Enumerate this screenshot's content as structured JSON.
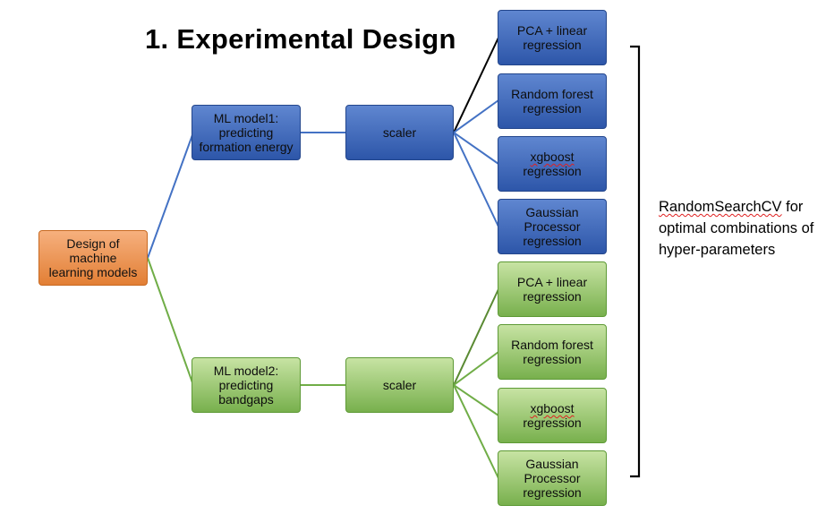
{
  "title": "1. Experimental Design",
  "root": {
    "label": "Design of\nmachine\nlearning models"
  },
  "model1": {
    "label": "ML model1:\npredicting\nformation energy",
    "scaler": "scaler"
  },
  "model2": {
    "label": "ML model2:\npredicting\nbandgaps",
    "scaler": "scaler"
  },
  "regressors_model1": [
    {
      "line1": "PCA + linear",
      "line2": "regression"
    },
    {
      "line1": "Random forest",
      "line2": "regression"
    },
    {
      "line1": "xgboost",
      "line2": "regression"
    },
    {
      "line1": "Gaussian",
      "line2": "Processor\nregression"
    }
  ],
  "regressors_model2": [
    {
      "line1": "PCA + linear",
      "line2": "regression"
    },
    {
      "line1": "Random forest",
      "line2": "regression"
    },
    {
      "line1": "xgboost",
      "line2": "regression"
    },
    {
      "line1": "Gaussian",
      "line2": "Processor\nregression"
    }
  ],
  "note": {
    "term": "RandomSearchCV",
    "rest": " for optimal combinations of hyper-parameters"
  },
  "colors": {
    "orange": "#e27f35",
    "blue": "#2d56a9",
    "green": "#78b04d",
    "blue_edge": "#4472c4",
    "green_edge": "#70ad47"
  }
}
